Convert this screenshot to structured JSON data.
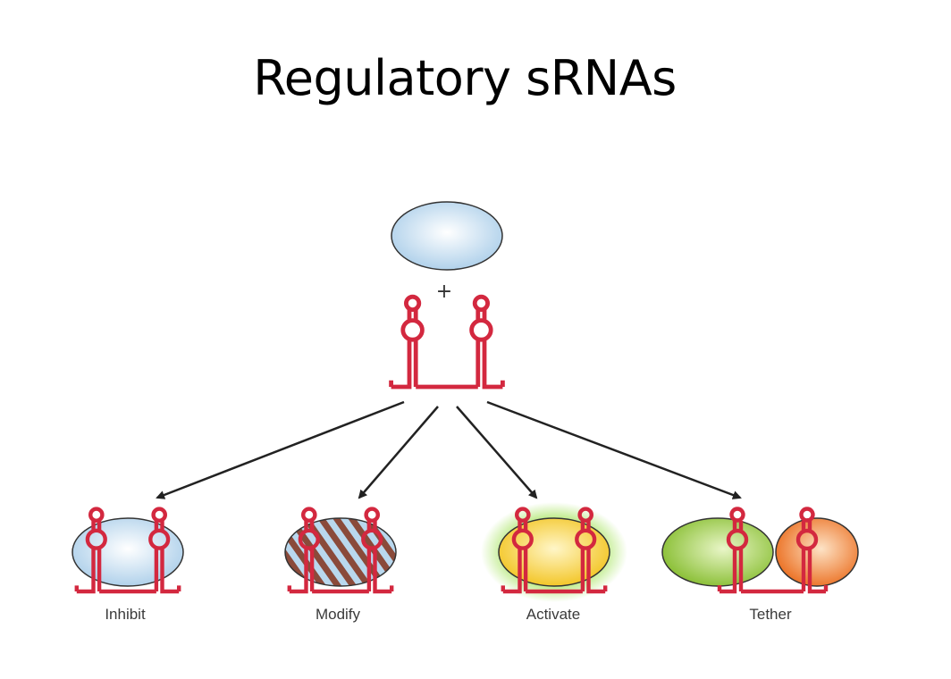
{
  "slide": {
    "title": "Regulatory sRNAs"
  },
  "diagram": {
    "plus_sign": "+",
    "outcomes": [
      {
        "label": "Inhibit"
      },
      {
        "label": "Modify"
      },
      {
        "label": "Activate"
      },
      {
        "label": "Tether"
      }
    ],
    "colors": {
      "rna": "#d3283f",
      "protein_blue": "#b9d8ee",
      "protein_yellow": "#f6cf35",
      "protein_green": "#8fc43a",
      "protein_orange": "#ef7a2a",
      "activate_glow": "#9be04a",
      "modify_stripes": "#8a4a3a",
      "arrow": "#222222"
    }
  }
}
